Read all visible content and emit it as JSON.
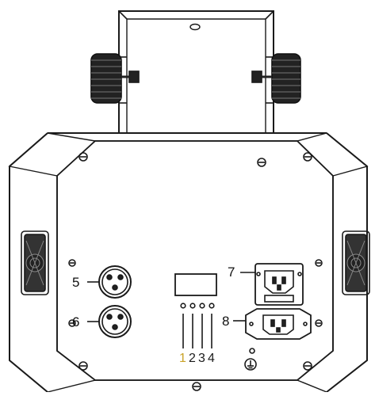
{
  "callouts": [
    {
      "id": "5",
      "label": "5"
    },
    {
      "id": "6",
      "label": "6"
    },
    {
      "id": "7",
      "label": "7"
    },
    {
      "id": "8",
      "label": "8"
    }
  ],
  "dip_labels": [
    "1",
    "2",
    "3",
    "4"
  ],
  "colors": {
    "line": "#1a1a1a",
    "fill": "#ffffff",
    "dark": "#222222",
    "dip_1": "#c9a227",
    "dip_2": "#1a1a1a",
    "dip_3": "#1a1a1a",
    "dip_4": "#1a1a1a"
  }
}
